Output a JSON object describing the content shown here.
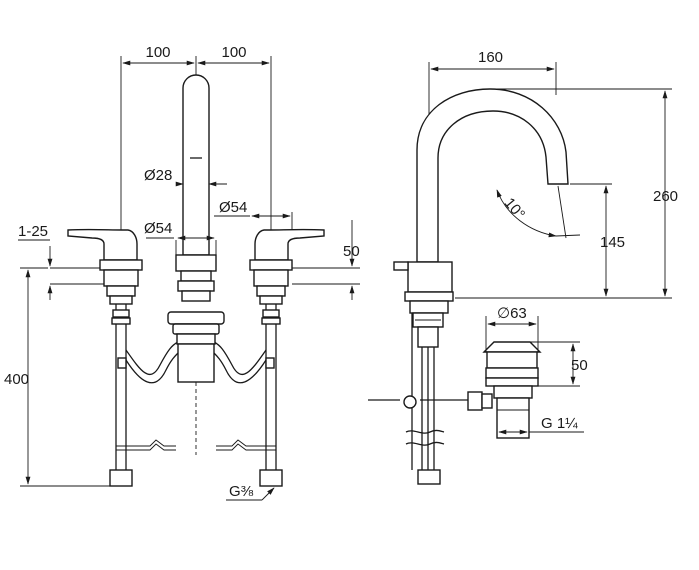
{
  "front_view": {
    "dim_left_spacing": "100",
    "dim_right_spacing": "100",
    "dim_spout_diameter": "Ø28",
    "dim_base_diameter": "Ø54",
    "dim_handle_base_diameter": "Ø54",
    "dim_deck_thickness": "1-25",
    "dim_handle_height": "50",
    "dim_hose_length": "400",
    "dim_connection_thread": "G⅜"
  },
  "side_view": {
    "dim_spout_reach": "160",
    "dim_total_height": "260",
    "dim_outlet_height": "145",
    "dim_outlet_angle": "10°",
    "dim_waste_diameter": "∅63",
    "dim_waste_height": "50",
    "dim_waste_thread": "G 1¼"
  }
}
